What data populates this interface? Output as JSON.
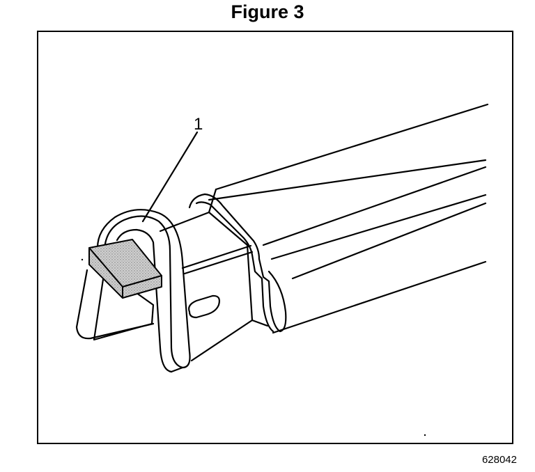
{
  "figure": {
    "title": "Figure 3",
    "callout_label": "1",
    "illustration_code": "628042"
  }
}
